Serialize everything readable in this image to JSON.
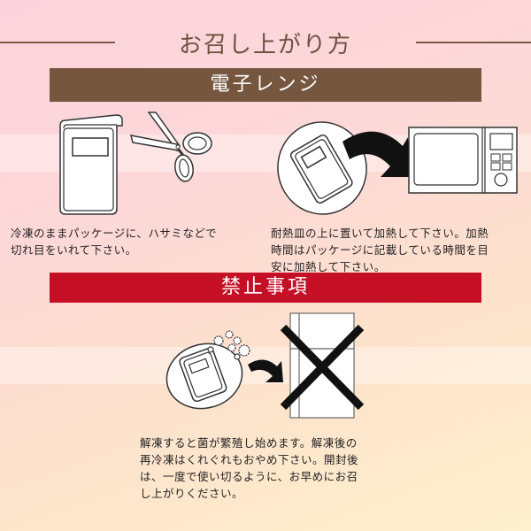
{
  "page": {
    "title": "お召し上がり方"
  },
  "sections": [
    {
      "header": "電子レンジ",
      "header_color": "#76563f",
      "steps": [
        {
          "icons": [
            "package-icon",
            "scissors-icon"
          ],
          "text": "冷凍のままパッケージに、ハサミなどで切れ目をいれて下さい。"
        },
        {
          "icons": [
            "package-on-plate-icon",
            "arrow-icon",
            "microwave-icon"
          ],
          "text": "耐熱皿の上に置いて加熱して下さい。加熱時間はパッケージに記載している時間を目安に加熱して下さい。"
        }
      ]
    },
    {
      "header": "禁止事項",
      "header_color": "#c40f25",
      "steps": [
        {
          "icons": [
            "thawed-package-bacteria-icon",
            "arrow-icon",
            "freezer-prohibited-icon"
          ],
          "text": "解凍すると菌が繁殖し始めます。解凍後の再冷凍はくれぐれもおやめ下さい。開封後は、一度で使い切るように、お早めにお召し上がりください。"
        }
      ]
    }
  ],
  "text_lines": {
    "step1": [
      "冷凍のままパッケージに、ハサミなどで",
      "切れ目をいれて下さい。"
    ],
    "step2": [
      "耐熱皿の上に置いて加熱して下さい。加熱",
      "時間はパッケージに記載している時間を目",
      "安に加熱して下さい。"
    ],
    "prohibited": [
      "解凍すると菌が繁殖し始めます。解凍後の",
      "再冷凍はくれぐれもおやめ下さい。開封後",
      "は、一度で使い切るように、お早めにお召",
      "し上がりください。"
    ]
  }
}
